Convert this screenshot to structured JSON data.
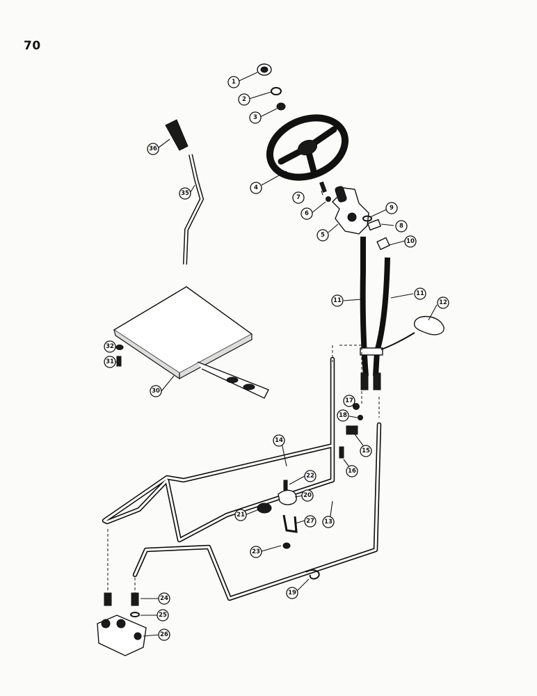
{
  "page": {
    "number": "70"
  },
  "callouts": [
    {
      "id": "c1",
      "label": "1"
    },
    {
      "id": "c2",
      "label": "2"
    },
    {
      "id": "c3",
      "label": "3"
    },
    {
      "id": "c4",
      "label": "4"
    },
    {
      "id": "c5",
      "label": "5"
    },
    {
      "id": "c6",
      "label": "6"
    },
    {
      "id": "c7",
      "label": "7"
    },
    {
      "id": "c8",
      "label": "8"
    },
    {
      "id": "c9",
      "label": "9"
    },
    {
      "id": "c10",
      "label": "10"
    },
    {
      "id": "c11a",
      "label": "11"
    },
    {
      "id": "c11b",
      "label": "11"
    },
    {
      "id": "c12",
      "label": "12"
    },
    {
      "id": "c13",
      "label": "13"
    },
    {
      "id": "c14",
      "label": "14"
    },
    {
      "id": "c15",
      "label": "15"
    },
    {
      "id": "c16",
      "label": "16"
    },
    {
      "id": "c17",
      "label": "17"
    },
    {
      "id": "c18",
      "label": "18"
    },
    {
      "id": "c19",
      "label": "19"
    },
    {
      "id": "c20",
      "label": "20"
    },
    {
      "id": "c21",
      "label": "21"
    },
    {
      "id": "c22",
      "label": "22"
    },
    {
      "id": "c23",
      "label": "23"
    },
    {
      "id": "c24",
      "label": "24"
    },
    {
      "id": "c25",
      "label": "25"
    },
    {
      "id": "c26",
      "label": "26"
    },
    {
      "id": "c27",
      "label": "27"
    },
    {
      "id": "c30",
      "label": "30"
    },
    {
      "id": "c31",
      "label": "31"
    },
    {
      "id": "c32",
      "label": "32"
    },
    {
      "id": "c35",
      "label": "35"
    },
    {
      "id": "c36",
      "label": "36"
    }
  ]
}
